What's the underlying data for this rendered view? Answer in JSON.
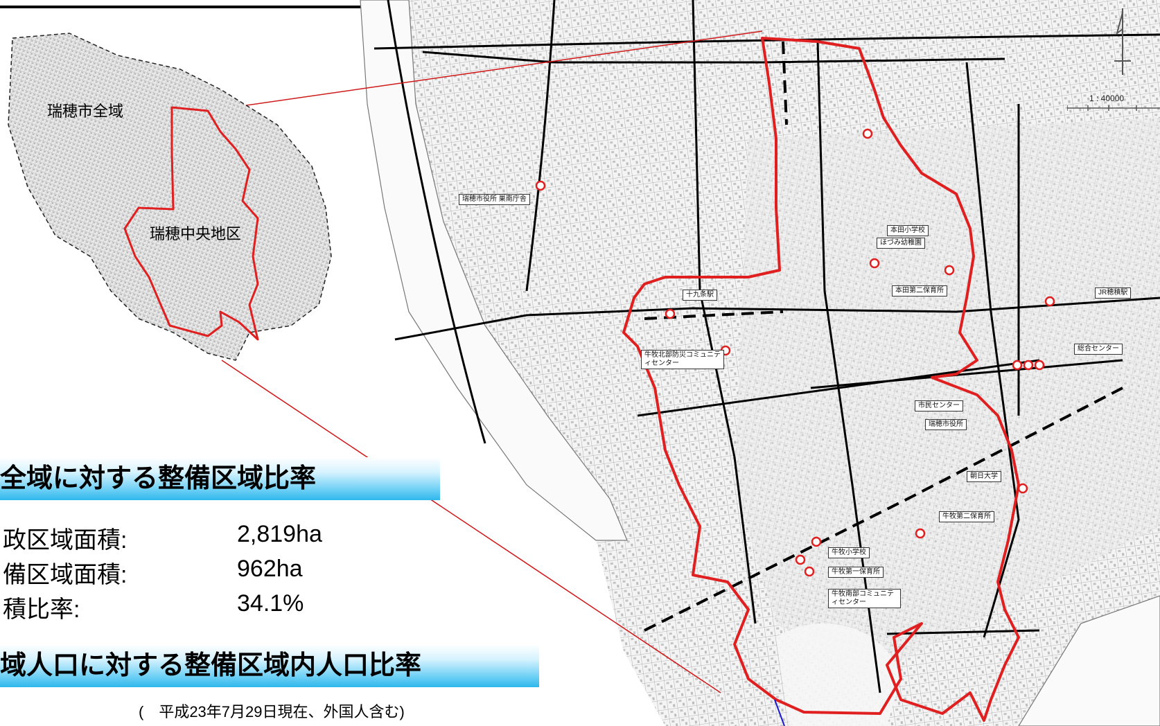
{
  "mini_map": {
    "city_label": "瑞穂市全域",
    "district_label": "瑞穂中央地区"
  },
  "section1": {
    "title": "全域に対する整備区域比率",
    "rows": [
      {
        "label": "政区域面積:",
        "value": "2,819ha"
      },
      {
        "label": "備区域面積:",
        "value": "962ha"
      },
      {
        "label": "積比率:",
        "value": "34.1%"
      }
    ]
  },
  "section2": {
    "title": "域人口に対する整備区域内人口比率",
    "note": "(　平成23年7月29日現在、外国人含む)"
  },
  "map": {
    "scale": "1 : 40000",
    "places": [
      {
        "name": "瑞穂市役所 巣南庁舎"
      },
      {
        "name": "本田小学校"
      },
      {
        "name": "ほづみ幼稚園"
      },
      {
        "name": "本田第二保育所"
      },
      {
        "name": "十九条駅"
      },
      {
        "name": "牛牧北部防災コミュニティセンター"
      },
      {
        "name": "JR穂積駅"
      },
      {
        "name": "総合センター"
      },
      {
        "name": "市民センター"
      },
      {
        "name": "瑞穂市役所"
      },
      {
        "name": "朝日大学"
      },
      {
        "name": "牛牧第二保育所"
      },
      {
        "name": "牛牧小学校"
      },
      {
        "name": "牛牧第一保育所"
      },
      {
        "name": "牛牧南部コミュニティセンター"
      }
    ]
  },
  "colors": {
    "boundary": "#e02020",
    "banner": "#2eb7ec",
    "road": "#000000",
    "callout_line": "#d01818",
    "blue_line": "#1a1ad0"
  }
}
